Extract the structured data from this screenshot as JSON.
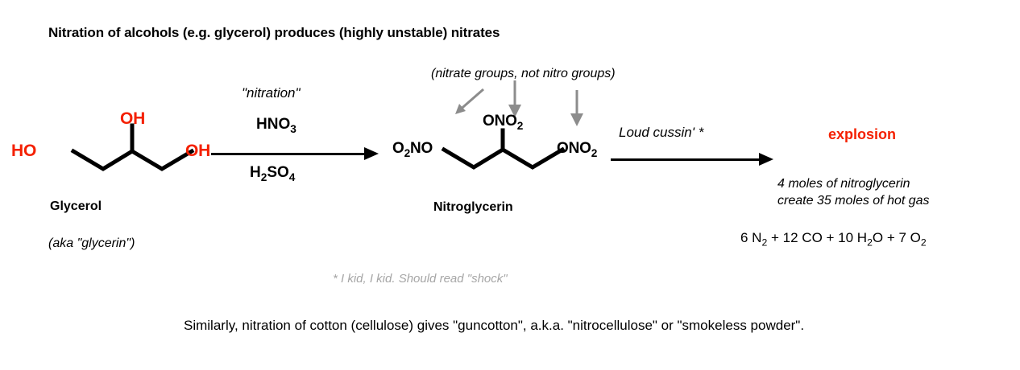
{
  "title": "Nitration of alcohols (e.g. glycerol) produces (highly unstable) nitrates",
  "reactant": {
    "name": "Glycerol",
    "aka": "(aka \"glycerin\")",
    "structure_type": "glycerol-skeletal",
    "labels": [
      "HO",
      "OH",
      "OH"
    ],
    "label_color": "#f42000"
  },
  "reaction_one": {
    "above_label": "\"nitration\"",
    "reagent_top": "HNO3",
    "reagent_top_parts": {
      "pre": "HNO",
      "sub": "3",
      "post": ""
    },
    "reagent_bottom": "H2SO4",
    "reagent_bottom_parts": {
      "pre": "H",
      "sub": "2",
      "mid": "SO",
      "sub2": "4"
    },
    "arrow": "right-arrow"
  },
  "product": {
    "name": "Nitroglycerin",
    "structure_type": "nitroglycerin-skeletal",
    "labels": [
      "O2NO",
      "ONO2",
      "ONO2"
    ],
    "label_color": "#000000",
    "annotation": "(nitrate groups, not nitro groups)",
    "annotation_arrow_count": 3,
    "annotation_arrow_color": "#8c8c8c"
  },
  "reaction_two": {
    "above_label": "Loud cussin' *",
    "arrow": "right-arrow"
  },
  "outcome": {
    "headline": "explosion",
    "headline_color": "#f42000",
    "note_line_1": "4 moles of nitroglycerin",
    "note_line_2": "create 35 moles of hot gas",
    "equation_parts": [
      {
        "coef": "6 ",
        "formula": "N",
        "sub": "2"
      },
      {
        "coef": "12 ",
        "formula": "CO",
        "sub": ""
      },
      {
        "coef": "10 ",
        "formula": "H",
        "sub": "2",
        "tail": "O"
      },
      {
        "coef": "7 ",
        "formula": "O",
        "sub": "2"
      }
    ],
    "equation_text": "6 N2 + 12 CO + 10 H2O + 7 O2"
  },
  "footnote": "*  I kid, I kid. Should read \"shock\"",
  "bottom_note": "Similarly, nitration of cotton (cellulose) gives \"guncotton\", a.k.a. \"nitrocellulose\" or \"smokeless powder\"."
}
